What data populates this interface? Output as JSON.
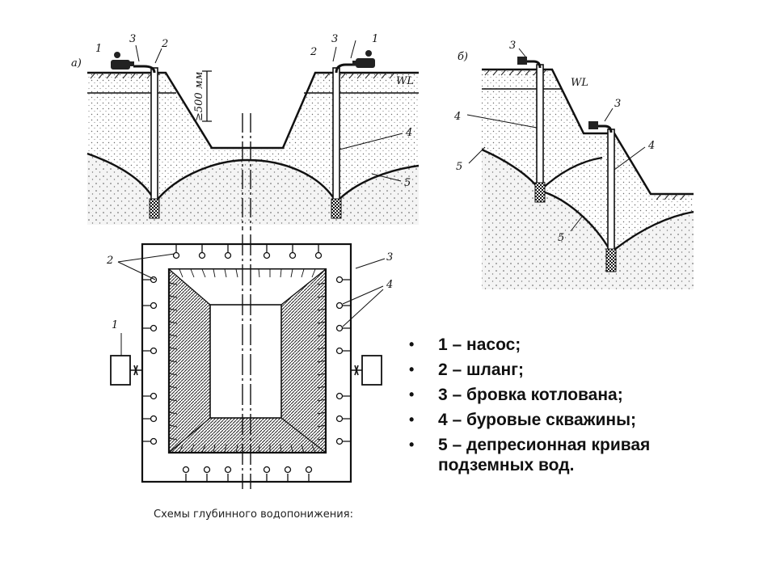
{
  "figure": {
    "panel_a_label": "а)",
    "panel_b_label": "б)",
    "wl_label": "WL",
    "depth_label": "≥500 мм",
    "caption": "Схемы глубинного водопонижения:",
    "num": {
      "n1": "1",
      "n2": "2",
      "n3": "3",
      "n4": "4",
      "n5": "5"
    }
  },
  "legend": {
    "bullet": "•",
    "items": [
      "1 – насос;",
      "2 – шланг;",
      "3 – бровка котлована;",
      "4 – буровые скважины;",
      "5 – депресионная кривая подземных вод."
    ]
  }
}
